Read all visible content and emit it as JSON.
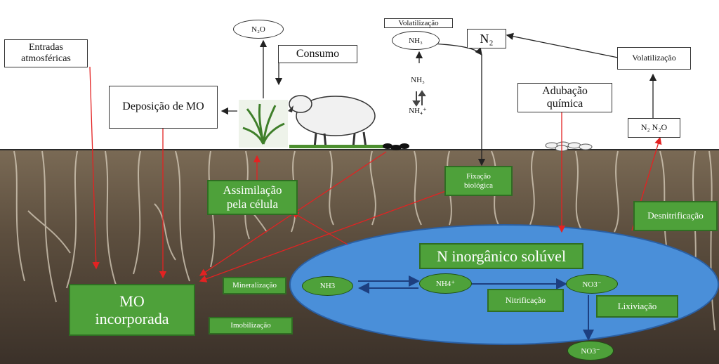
{
  "diagram": {
    "entradas": "Entradas atmosféricas",
    "deposicao": "Deposição de MO",
    "consumo": "Consumo",
    "n2o_top": "N₂O",
    "volatilizacao_top": "Volatilização",
    "nh3_oval": "NH₃",
    "nh3_label": "NH₃",
    "nh4_label": "NH₄⁺",
    "n2": "N₂",
    "volatilizacao_right": "Volatilização",
    "adubacao": "Adubação química",
    "n2_n2o": "N₂ N₂O",
    "assimilacao": "Assimilação pela célula",
    "fixacao": "Fixação biológica",
    "desnitrificacao": "Desnitrificação",
    "n_inorganico": "N inorgânico solúvel",
    "mo_incorporada": "MO incorporada",
    "mineralizacao": "Mineralização",
    "imobilizacao": "Imobilização",
    "nh3_soil": "NH3",
    "nh4_soil": "NH4⁺",
    "no3_soil": "NO3⁻",
    "nitrificacao": "Nitrificação",
    "lixiviacao": "Lixiviação",
    "no3_bottom": "NO3⁻"
  }
}
